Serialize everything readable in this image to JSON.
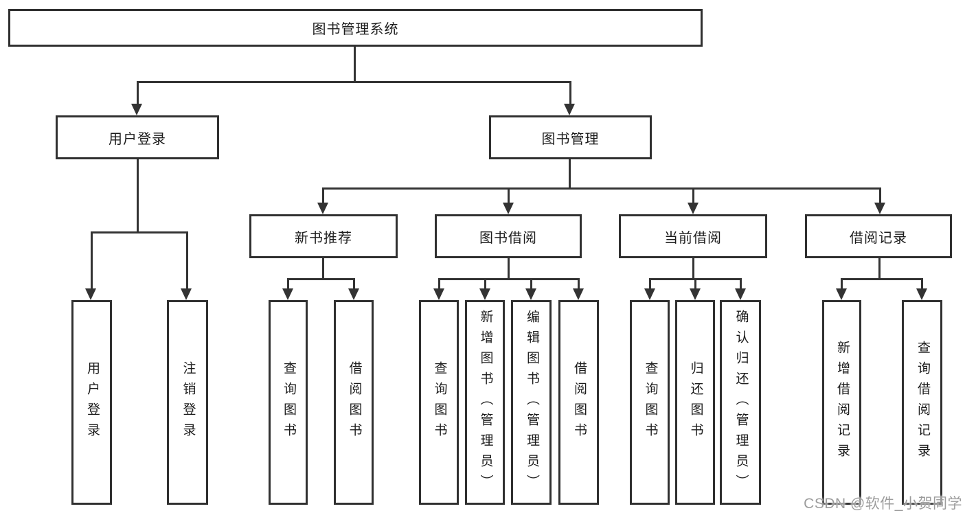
{
  "diagram": {
    "title": "图书管理系统",
    "nodes": {
      "root": "图书管理系统",
      "l2": [
        "用户登录",
        "图书管理"
      ],
      "login_leaves": [
        "用户登录",
        "注销登录"
      ],
      "l3": [
        "新书推荐",
        "图书借阅",
        "当前借阅",
        "借阅记录"
      ],
      "recommend_leaves": [
        "查询图书",
        "借阅图书"
      ],
      "borrow_leaves": [
        "查询图书",
        "新增图书（管理员）",
        "编辑图书（管理员）",
        "借阅图书"
      ],
      "current_leaves": [
        "查询图书",
        "归还图书",
        "确认归还（管理员）"
      ],
      "record_leaves": [
        "新增借阅记录",
        "查询借阅记录"
      ]
    },
    "colors": {
      "line": "#333333",
      "box_border": "#303030",
      "text": "#1c1c1c",
      "watermark_text": "#9c9c9c",
      "background": "#ffffff"
    }
  },
  "watermark": {
    "text": "CSDN @软件_小贺同学"
  }
}
